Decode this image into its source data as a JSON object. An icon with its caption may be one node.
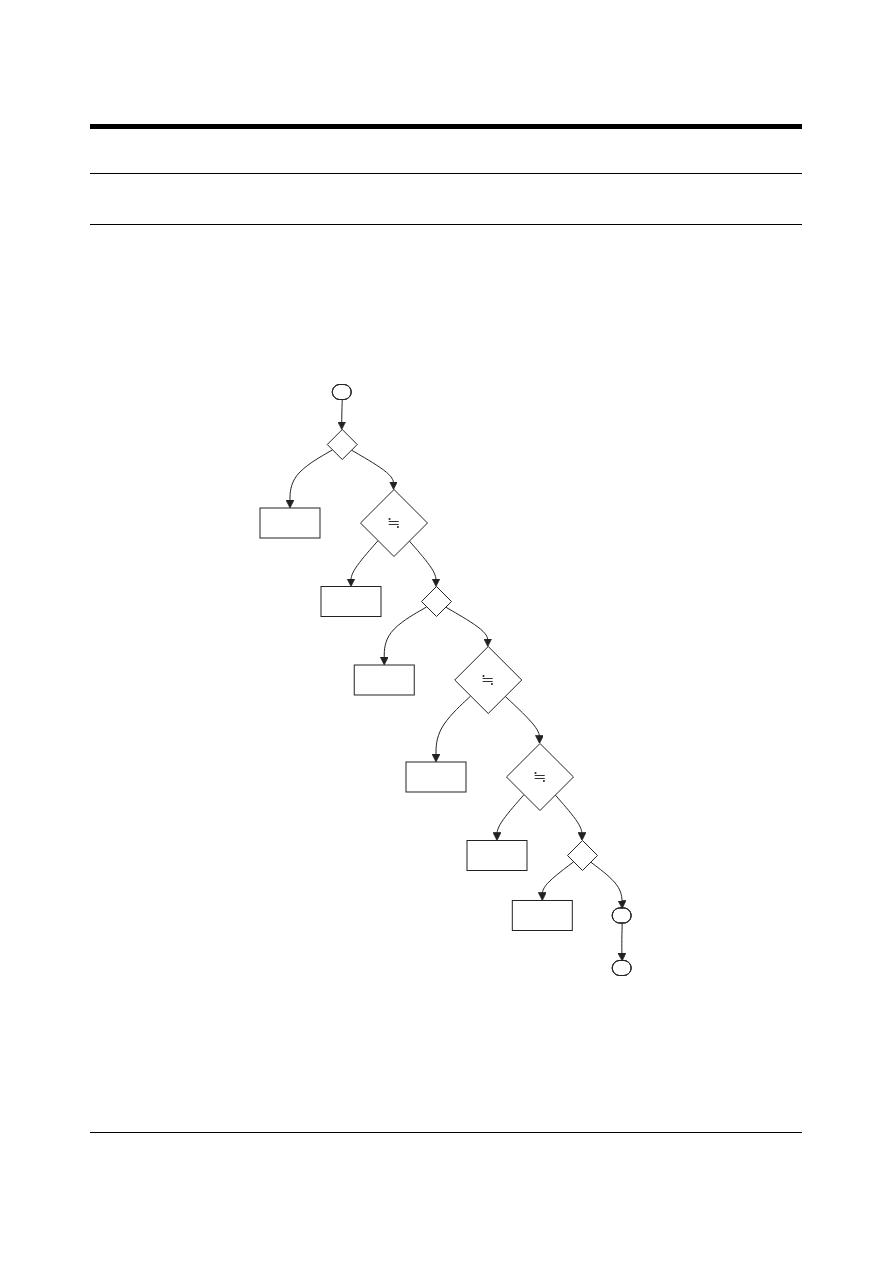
{
  "diagram": {
    "nodes": [
      {
        "text": [],
        "shape": "terminal"
      },
      {
        "text": [],
        "shape": "diamond"
      },
      {
        "text": [],
        "shape": "box"
      },
      {
        "text": [
          "≒"
        ]
      },
      {
        "text": [],
        "shape": "box"
      },
      {
        "text": [],
        "shape": "diamond"
      },
      {
        "text": [],
        "shape": "box"
      },
      {
        "text": [
          "≒"
        ]
      },
      {
        "text": [],
        "shape": "box"
      },
      {
        "text": [
          "≒"
        ]
      },
      {
        "text": [],
        "shape": "box"
      },
      {
        "text": [],
        "shape": "diamond"
      },
      {
        "text": [],
        "shape": "box"
      },
      {
        "text": [],
        "shape": "terminal"
      },
      {
        "text": [],
        "shape": "terminal"
      }
    ],
    "edges": [
      {
        "from": 0,
        "to": 1,
        "arrow": "to"
      },
      {
        "from": 1,
        "to": 2,
        "arrow": "to"
      },
      {
        "from": 1,
        "to": 3,
        "arrow": "to"
      },
      {
        "from": 3,
        "to": 4,
        "arrow": "to"
      },
      {
        "from": 3,
        "to": 5,
        "arrow": "to"
      },
      {
        "from": 5,
        "to": 6,
        "arrow": "to"
      },
      {
        "from": 5,
        "to": 7,
        "arrow": "to"
      },
      {
        "from": 7,
        "to": 8,
        "arrow": "to"
      },
      {
        "from": 7,
        "to": 9,
        "arrow": "to"
      },
      {
        "from": 9,
        "to": 10,
        "arrow": "to"
      },
      {
        "from": 9,
        "to": 11,
        "arrow": "to"
      },
      {
        "from": 11,
        "to": 12,
        "arrow": "to"
      },
      {
        "from": 11,
        "to": 13,
        "arrow": "to"
      },
      {
        "from": 13,
        "to": 14,
        "arrow": "to"
      }
    ]
  }
}
